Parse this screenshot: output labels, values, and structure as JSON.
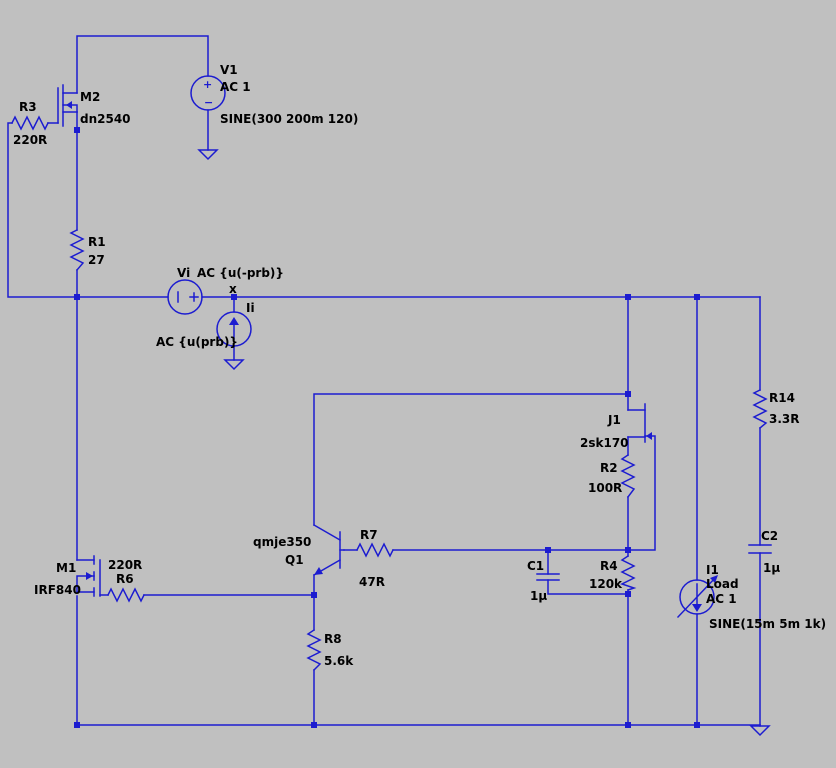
{
  "components": {
    "V1": {
      "ref": "V1",
      "value": "AC 1",
      "spec": "SINE(300 200m 120)"
    },
    "M2": {
      "ref": "M2",
      "model": "dn2540"
    },
    "R3": {
      "ref": "R3",
      "value": "220R"
    },
    "R1": {
      "ref": "R1",
      "value": "27"
    },
    "Vi": {
      "ref": "Vi",
      "value": "AC {u(-prb)}"
    },
    "Ii": {
      "ref": "Ii",
      "value": "AC {u(prb)}"
    },
    "node_x": {
      "label": "x"
    },
    "R14": {
      "ref": "R14",
      "value": "3.3R"
    },
    "J1": {
      "ref": "J1",
      "model": "2sk170"
    },
    "R2": {
      "ref": "R2",
      "value": "100R"
    },
    "Q1": {
      "ref": "Q1",
      "model": "qmje350"
    },
    "R7": {
      "ref": "R7",
      "value": "47R"
    },
    "C1": {
      "ref": "C1",
      "value": "1µ"
    },
    "R4": {
      "ref": "R4",
      "value": "120k"
    },
    "C2": {
      "ref": "C2",
      "value": "1µ"
    },
    "I1": {
      "ref": "I1",
      "name": "Load",
      "value": "AC 1",
      "spec": "SINE(15m 5m 1k)"
    },
    "M1": {
      "ref": "M1",
      "model": "IRF840"
    },
    "R6": {
      "ref": "R6",
      "value": "220R"
    },
    "R8": {
      "ref": "R8",
      "value": "5.6k"
    }
  },
  "colors": {
    "background": "#c0c0c0",
    "wire": "#1c1cd0",
    "text": "#000000"
  }
}
